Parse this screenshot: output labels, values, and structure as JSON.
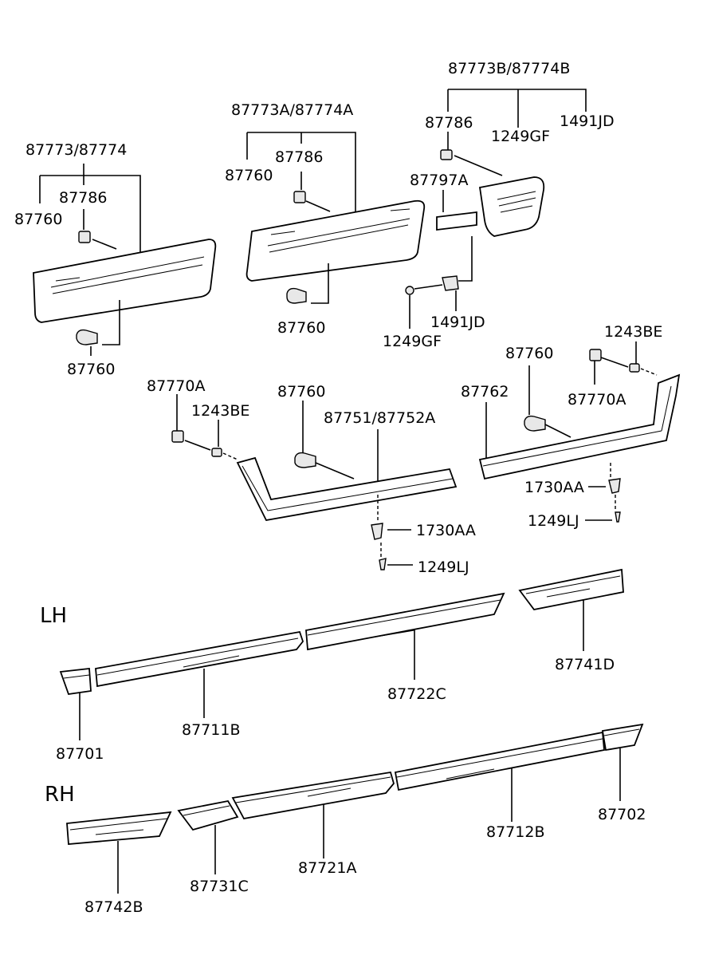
{
  "labels": {
    "l87773B": "87773B/87774B",
    "l87786_c": "87786",
    "l1249GF_top": "1249GF",
    "l1491JD_top": "1491JD",
    "l87773A": "87773A/87774A",
    "l87786_b": "87786",
    "l87760_b1": "87760",
    "l87797A": "87797A",
    "l87773": "87773/87774",
    "l87786_a": "87786",
    "l87760_a1": "87760",
    "l87760_b2": "87760",
    "l1491JD_mid": "1491JD",
    "l1249GF_mid": "1249GF",
    "l87760_a2": "87760",
    "l1243BE_r": "1243BE",
    "l87760_r": "87760",
    "l87762": "87762",
    "l87770A_r": "87770A",
    "l87770A_l": "87770A",
    "l87760_m": "87760",
    "l1243BE_l": "1243BE",
    "l87751": "87751/87752A",
    "l1730AA_r": "1730AA",
    "l1249LJ_r": "1249LJ",
    "l1730AA_l": "1730AA",
    "l1249LJ_l": "1249LJ",
    "l87741D": "87741D",
    "l87722C": "87722C",
    "l87711B": "87711B",
    "l87701": "87701",
    "l87702": "87702",
    "l87712B": "87712B",
    "l87721A": "87721A",
    "l87731C": "87731C",
    "l87742B": "87742B"
  },
  "sides": {
    "lh": "LH",
    "rh": "RH"
  }
}
